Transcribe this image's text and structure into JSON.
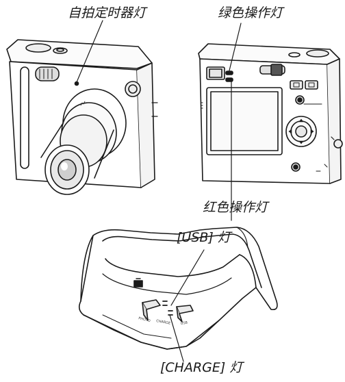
{
  "labels": {
    "self_timer_lamp": "自拍定时器灯",
    "green_operation_lamp": "绿色操作灯",
    "red_operation_lamp": "红色操作灯",
    "usb_lamp": "[USB] 灯",
    "charge_lamp": "[CHARGE] 灯"
  },
  "cradle_text": {
    "photo": "PHOTO",
    "charge": "CHARGE",
    "usb": "USB"
  },
  "colors": {
    "ink": "#1a1a1a",
    "background": "#ffffff"
  }
}
